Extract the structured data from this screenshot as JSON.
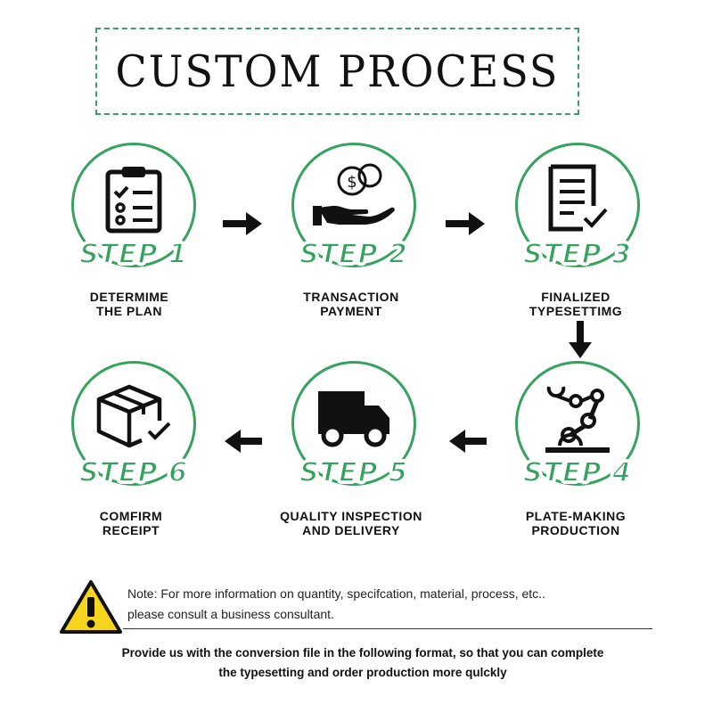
{
  "title": "CUSTOM PROCESS",
  "accent_color": "#35a35f",
  "steps": [
    {
      "badge": "STEP 1",
      "caption_line1": "DETERMIME",
      "caption_line2": "THE PLAN",
      "icon": "clipboard-checklist-icon"
    },
    {
      "badge": "STEP 2",
      "caption_line1": "TRANSACTION",
      "caption_line2": "PAYMENT",
      "icon": "hand-coins-icon"
    },
    {
      "badge": "STEP 3",
      "caption_line1": "FINALIZED",
      "caption_line2": "TYPESETTIMG",
      "icon": "document-check-icon"
    },
    {
      "badge": "STEP 4",
      "caption_line1": "PLATE-MAKING",
      "caption_line2": "PRODUCTION",
      "icon": "robot-arm-icon"
    },
    {
      "badge": "STEP 5",
      "caption_line1": "QUALITY INSPECTION",
      "caption_line2": "AND DELIVERY",
      "icon": "delivery-truck-icon"
    },
    {
      "badge": "STEP 6",
      "caption_line1": "COMFIRM",
      "caption_line2": "RECEIPT",
      "icon": "box-check-icon"
    }
  ],
  "note": {
    "line1": "Note: For more information on quantity, specifcation, material, process, etc..",
    "line2": "please consult a business consultant."
  },
  "footer": {
    "line1": "Provide us with the conversion file in the following format, so that you can complete",
    "line2": "the typesetting and order production more qulckly"
  }
}
